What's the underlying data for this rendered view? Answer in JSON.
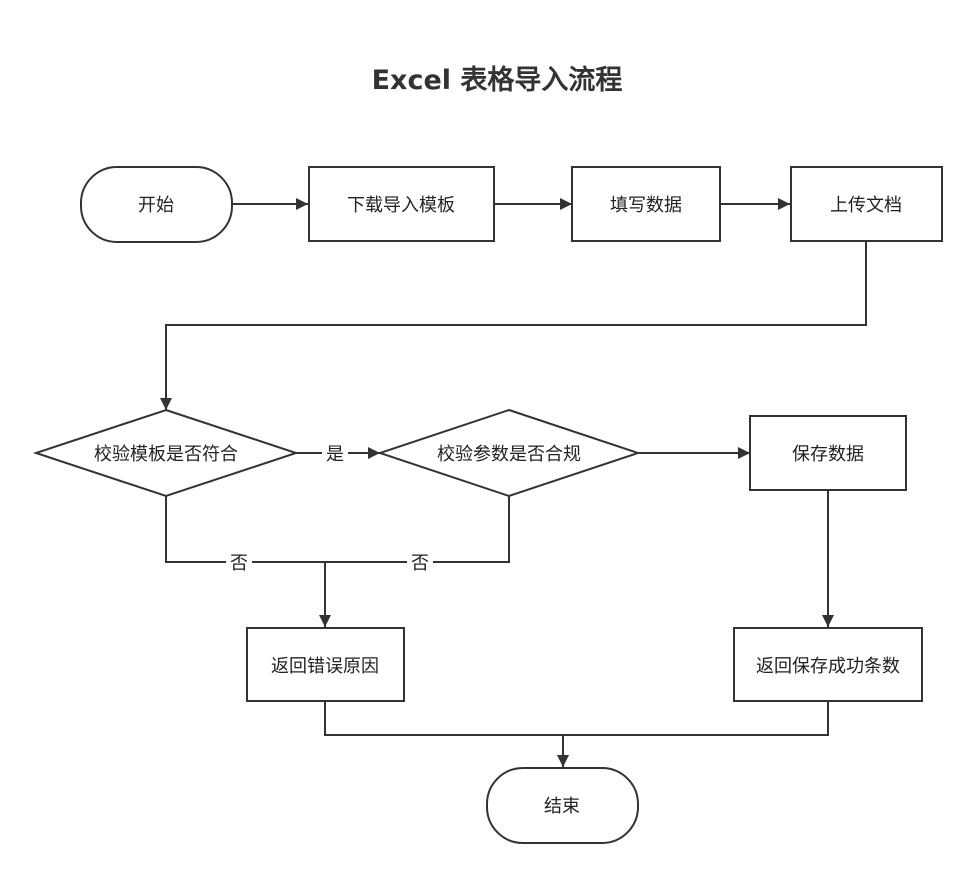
{
  "title": "Excel 表格导入流程",
  "nodes": {
    "start": "开始",
    "download": "下载导入模板",
    "fill": "填写数据",
    "upload": "上传文档",
    "check_template": "校验模板是否符合",
    "check_params": "校验参数是否合规",
    "save": "保存数据",
    "return_error": "返回错误原因",
    "return_count": "返回保存成功条数",
    "end": "结束"
  },
  "edge_labels": {
    "yes": "是",
    "no_1": "否",
    "no_2": "否"
  }
}
